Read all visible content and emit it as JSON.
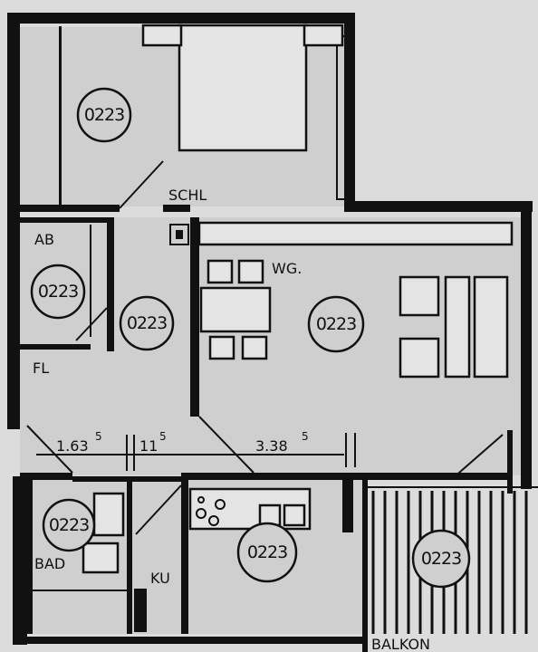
{
  "plan": {
    "rooms": [
      {
        "id": "schl",
        "label": "SCHL",
        "badge": "0223"
      },
      {
        "id": "ab",
        "label": "AB",
        "badge": "0223"
      },
      {
        "id": "fl",
        "label": "FL",
        "badge": "0223"
      },
      {
        "id": "wg",
        "label": "WG.",
        "badge": "0223"
      },
      {
        "id": "bad",
        "label": "BAD",
        "badge": "0223"
      },
      {
        "id": "ku",
        "label": "KU",
        "badge": "0223"
      },
      {
        "id": "balkon",
        "label": "BALKON",
        "badge": "0223"
      }
    ],
    "dimensions": [
      {
        "value": "1.63",
        "superscript": "5"
      },
      {
        "value": "11",
        "superscript": "5"
      },
      {
        "value": "3.38",
        "superscript": "5"
      }
    ]
  }
}
